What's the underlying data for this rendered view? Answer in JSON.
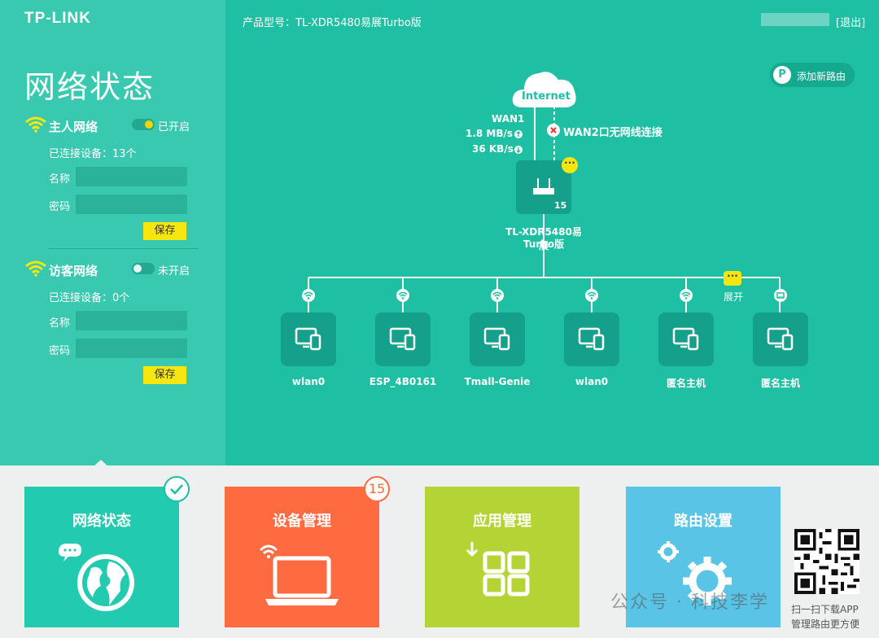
{
  "brand": "TP-LINK",
  "header": {
    "model_label": "产品型号：TL-XDR5480易展Turbo版",
    "logout": "[退出]",
    "add_router": "添加新路由"
  },
  "sidebar": {
    "title": "网络状态",
    "main_network": {
      "name": "主人网络",
      "status": "已开启",
      "connected": "已连接设备：13个",
      "name_label": "名称",
      "password_label": "密码",
      "save": "保存"
    },
    "guest_network": {
      "name": "访客网络",
      "status": "未开启",
      "connected": "已连接设备：0个",
      "name_label": "名称",
      "password_label": "密码",
      "save": "保存"
    }
  },
  "topology": {
    "internet": "Internet",
    "wan1": "WAN1",
    "upload": "1.8 MB/s",
    "download": "36 KB/s",
    "wan2": "WAN2口无网线连接",
    "router_name_line1": "TL-XDR5480易展",
    "router_name_line2": "Turbo版",
    "router_count": "15",
    "expand": "展开",
    "more": "···",
    "devices": [
      {
        "label": "wlan0",
        "conn": "wifi"
      },
      {
        "label": "ESP_4B0161",
        "conn": "wifi"
      },
      {
        "label": "Tmall-Genie",
        "conn": "wifi"
      },
      {
        "label": "wlan0",
        "conn": "wifi"
      },
      {
        "label": "匿名主机",
        "conn": "wifi"
      },
      {
        "label": "匿名主机",
        "conn": "wired"
      }
    ]
  },
  "tiles": [
    {
      "title": "网络状态",
      "color": "#22cbb0"
    },
    {
      "title": "设备管理",
      "color": "#ff6b40",
      "badge": "15"
    },
    {
      "title": "应用管理",
      "color": "#b4d335"
    },
    {
      "title": "路由设置",
      "color": "#59c4e6"
    }
  ],
  "app": {
    "line1": "扫一扫下载APP",
    "line2": "管理路由更方便"
  },
  "watermark": "公众号 · 科技李学"
}
